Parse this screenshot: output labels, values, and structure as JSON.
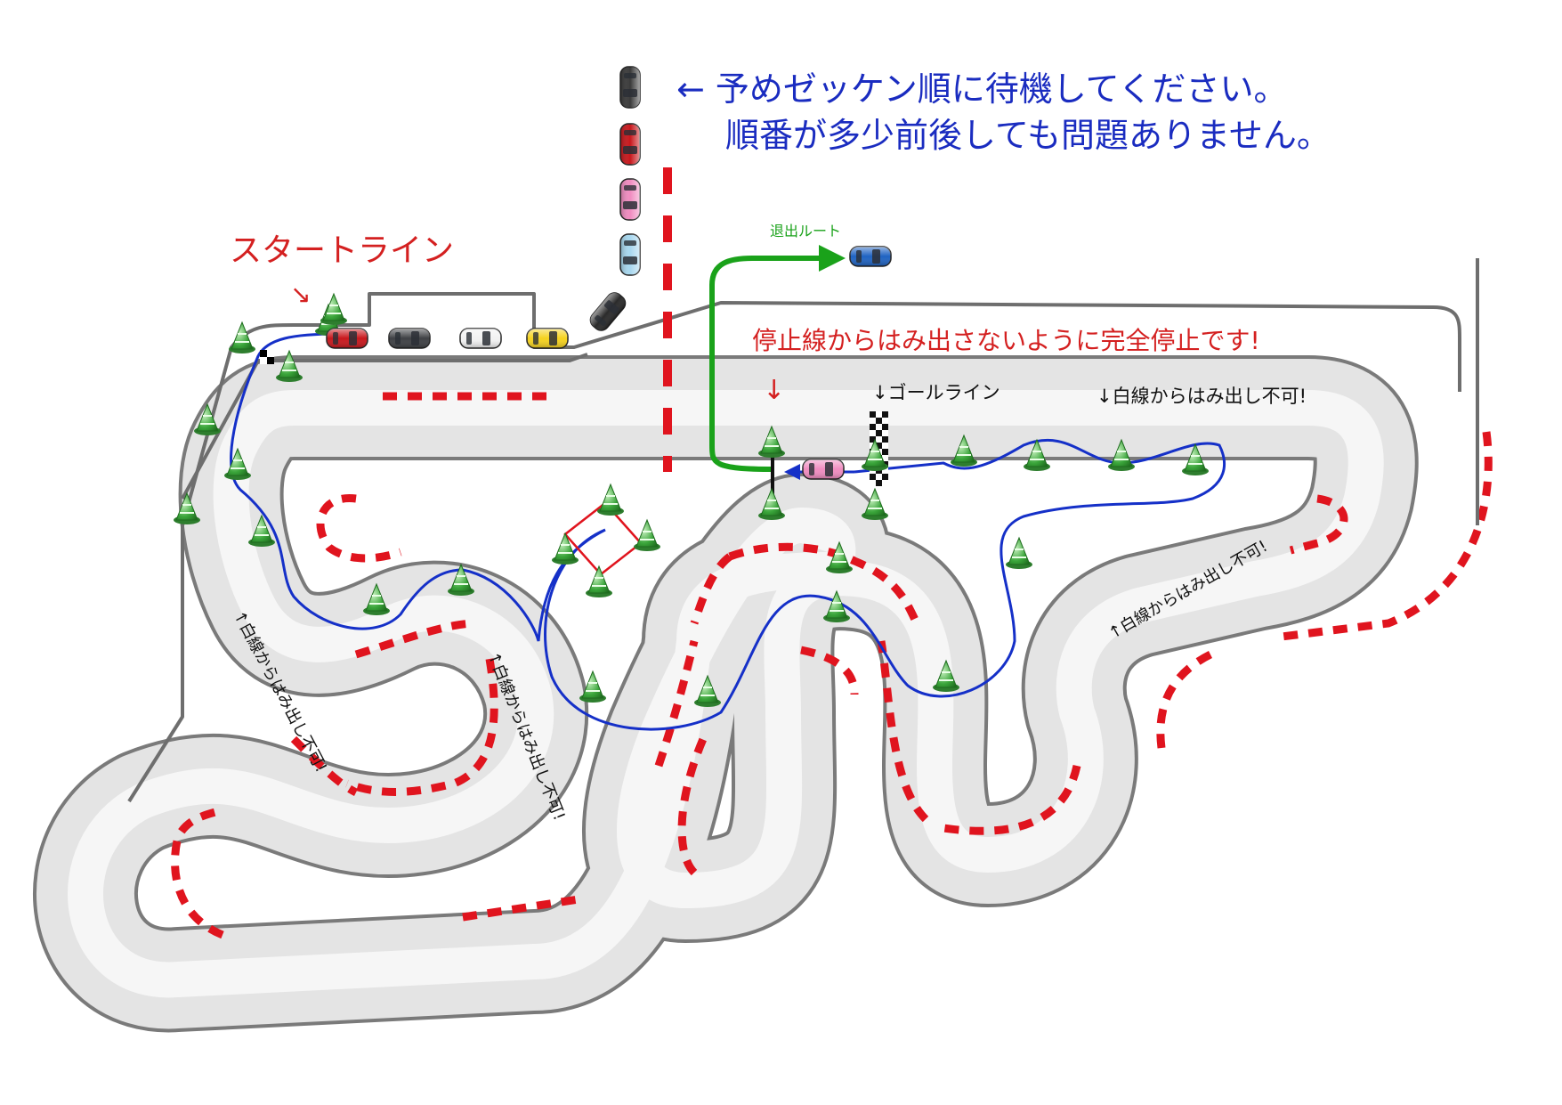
{
  "notes": {
    "wait_line1": "← 予めゼッケン順に待機してください。",
    "wait_line2": "順番が多少前後しても問題ありません。"
  },
  "labels": {
    "start_line": "スタートライン",
    "start_arrow": "↘",
    "exit_route": "退出ルート",
    "stop_notice": "停止線からはみ出さないように完全停止です!",
    "stop_arrow": "↓",
    "goal_line": "↓ゴールライン",
    "no_overrun_top": "↓白線からはみ出し不可!",
    "no_overrun_left": "↑白線からはみ出し不可!",
    "no_overrun_mid": "↑白線からはみ出し不可!",
    "no_overrun_right": "↑白線からはみ出し不可!"
  },
  "colors": {
    "note_blue": "#1a2cc0",
    "warn_red": "#d42020",
    "exit_green": "#1aa21a",
    "route_blue": "#1530c8",
    "track_fill": "#e4e4e4",
    "track_edge": "#7a7a7a",
    "kerb_red": "#e0141e",
    "cone_green": "#3aa53a"
  },
  "cars": [
    {
      "name": "queue-car-black",
      "color": "#3a3a3a"
    },
    {
      "name": "queue-car-red",
      "color": "#c8171c"
    },
    {
      "name": "queue-car-pink",
      "color": "#f08cc0"
    },
    {
      "name": "queue-car-lightblue",
      "color": "#a8d8ef"
    },
    {
      "name": "pit-car-black",
      "color": "#2a2a2a"
    },
    {
      "name": "start-car-red",
      "color": "#c8171c"
    },
    {
      "name": "start-car-darkgray",
      "color": "#3e4044"
    },
    {
      "name": "start-car-white",
      "color": "#f2f2f2"
    },
    {
      "name": "start-car-yellow",
      "color": "#f5d21e"
    },
    {
      "name": "exit-car-blue",
      "color": "#1f63c2"
    },
    {
      "name": "stopped-car-pink",
      "color": "#f08cc0"
    }
  ]
}
